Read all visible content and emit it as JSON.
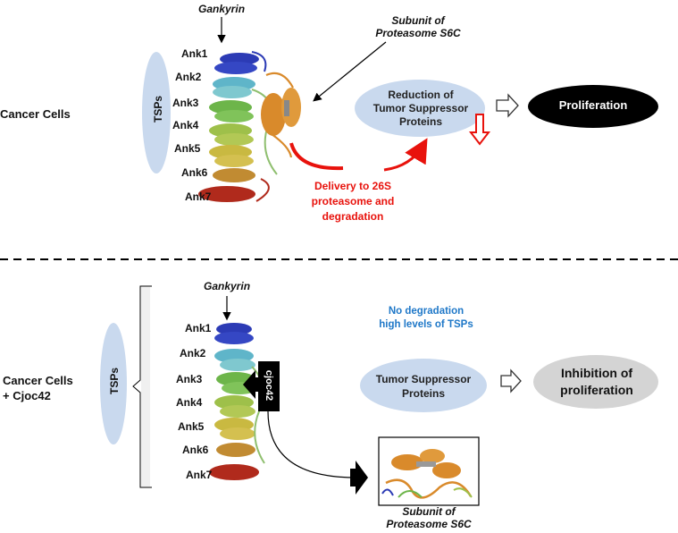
{
  "top": {
    "cancer_cells": "Cancer Cells",
    "tsps": "TSPs",
    "gankyrin": "Gankyrin",
    "subunit_line1": "Subunit of",
    "subunit_line2": "Proteasome S6C",
    "reduction_line1": "Reduction of",
    "reduction_line2": "Tumor Suppressor",
    "reduction_line3": "Proteins",
    "proliferation": "Proliferation",
    "delivery_line1": "Delivery to  26S",
    "delivery_line2": "proteasome and",
    "delivery_line3": "degradation",
    "ank_labels": [
      "Ank1",
      "Ank2",
      "Ank3",
      "Ank4",
      "Ank5",
      "Ank6",
      "Ank7"
    ]
  },
  "bottom": {
    "cancer_cells_line1": "Cancer Cells",
    "cancer_cells_line2": "+ Cjoc42",
    "tsps": "TSPs",
    "gankyrin": "Gankyrin",
    "cjoc42": "cjoc42",
    "no_deg_line1": "No degradation",
    "no_deg_line2": "high levels of TSPs",
    "tsp_line1": "Tumor Suppressor",
    "tsp_line2": "Proteins",
    "inhibition_line1": "Inhibition of",
    "inhibition_line2": "proliferation",
    "subunit_line1": "Subunit of",
    "subunit_line2": "Proteasome S6C",
    "ank_labels": [
      "Ank1",
      "Ank2",
      "Ank3",
      "Ank4",
      "Ank5",
      "Ank6",
      "Ank7"
    ]
  },
  "colors": {
    "ellipse_blue": "#c9d9ee",
    "proliferation_black": "#000000",
    "inhibition_gray": "#d4d4d4",
    "red_accent": "#e8120c",
    "blue_text": "#1f78c8",
    "helix_orange": "#d98a2b",
    "ank_colors": [
      "#2c3bb5",
      "#5fb5c9",
      "#6db54a",
      "#9ec04a",
      "#c9b941",
      "#c18b32",
      "#b02a1c"
    ]
  }
}
